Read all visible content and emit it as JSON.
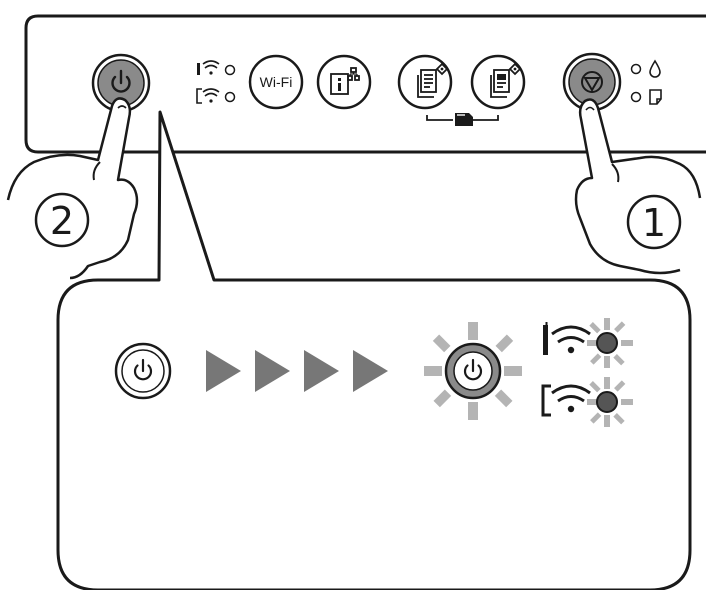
{
  "panel": {
    "wifi_button_label": "Wi-Fi",
    "steps": {
      "first": "1",
      "second": "2"
    }
  },
  "colors": {
    "outline": "#1a1a1a",
    "button_fill_active": "#8a8a8a",
    "light_ray": "#b4b4b4",
    "arrow_fill": "#777777",
    "lamp_fill": "#555555"
  },
  "icons": {
    "power": "power-icon",
    "stop": "stop-icon",
    "wifi": "wifi-icon",
    "wifi_direct": "wifi-direct-icon",
    "network_status": "network-status-sheet-icon",
    "copy_bw": "bw-copy-icon",
    "copy_color": "color-copy-icon",
    "ink": "ink-drop-icon",
    "paper": "paper-icon",
    "hand": "pointing-hand-icon",
    "arrow": "play-arrow-icon"
  },
  "callout": {
    "sequence_arrows": 4,
    "states": [
      "power-on",
      "wifi-light-on",
      "wifi-direct-light-on"
    ]
  }
}
